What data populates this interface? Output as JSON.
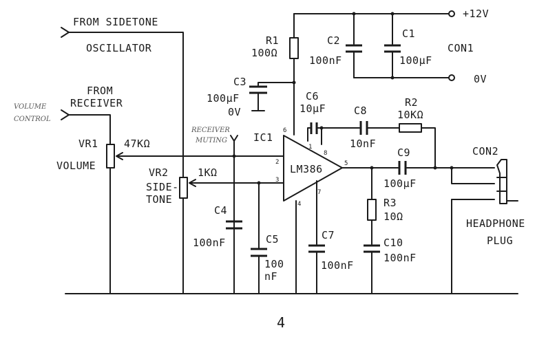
{
  "labels": {
    "from_sidetone": "FROM SIDETONE",
    "oscillator": "OSCILLATOR",
    "from": "FROM",
    "receiver": "RECEIVER",
    "volume_control_1": "VOLUME",
    "volume_control_2": "CONTROL",
    "receiver_muting_1": "RECEIVER",
    "receiver_muting_2": "MUTING",
    "vr1": "VR1",
    "vr1_value": "47KΩ",
    "volume": "VOLUME",
    "vr2": "VR2",
    "vr2_value": "1KΩ",
    "sidetone_1": "SIDE-",
    "sidetone_2": "TONE",
    "r1": "R1",
    "r1_value": "100Ω",
    "c3": "C3",
    "c3_value": "100μF",
    "c3_v": "0V",
    "c2": "C2",
    "c2_value": "100nF",
    "c1": "C1",
    "c1_value": "100μF",
    "con1": "CON1",
    "plus12v": "+12V",
    "zero_v": "0V",
    "c6": "C6",
    "c6_value": "10μF",
    "c8": "C8",
    "c8_value": "10nF",
    "r2": "R2",
    "r2_value": "10KΩ",
    "ic1": "IC1",
    "ic_name": "LM386",
    "c9": "C9",
    "c9_value": "100μF",
    "con2": "CON2",
    "r3": "R3",
    "r3_value": "10Ω",
    "c4": "C4",
    "c4_value": "100nF",
    "c5": "C5",
    "c5_value_1": "100",
    "c5_value_2": "nF",
    "c7": "C7",
    "c7_value": "100nF",
    "c10": "C10",
    "c10_value": "100nF",
    "headphone": "HEADPHONE",
    "plug": "PLUG",
    "page_number": "4",
    "pins": {
      "p1": "1",
      "p2": "2",
      "p3": "3",
      "p4": "4",
      "p5": "5",
      "p6": "6",
      "p7": "7",
      "p8": "8"
    }
  }
}
